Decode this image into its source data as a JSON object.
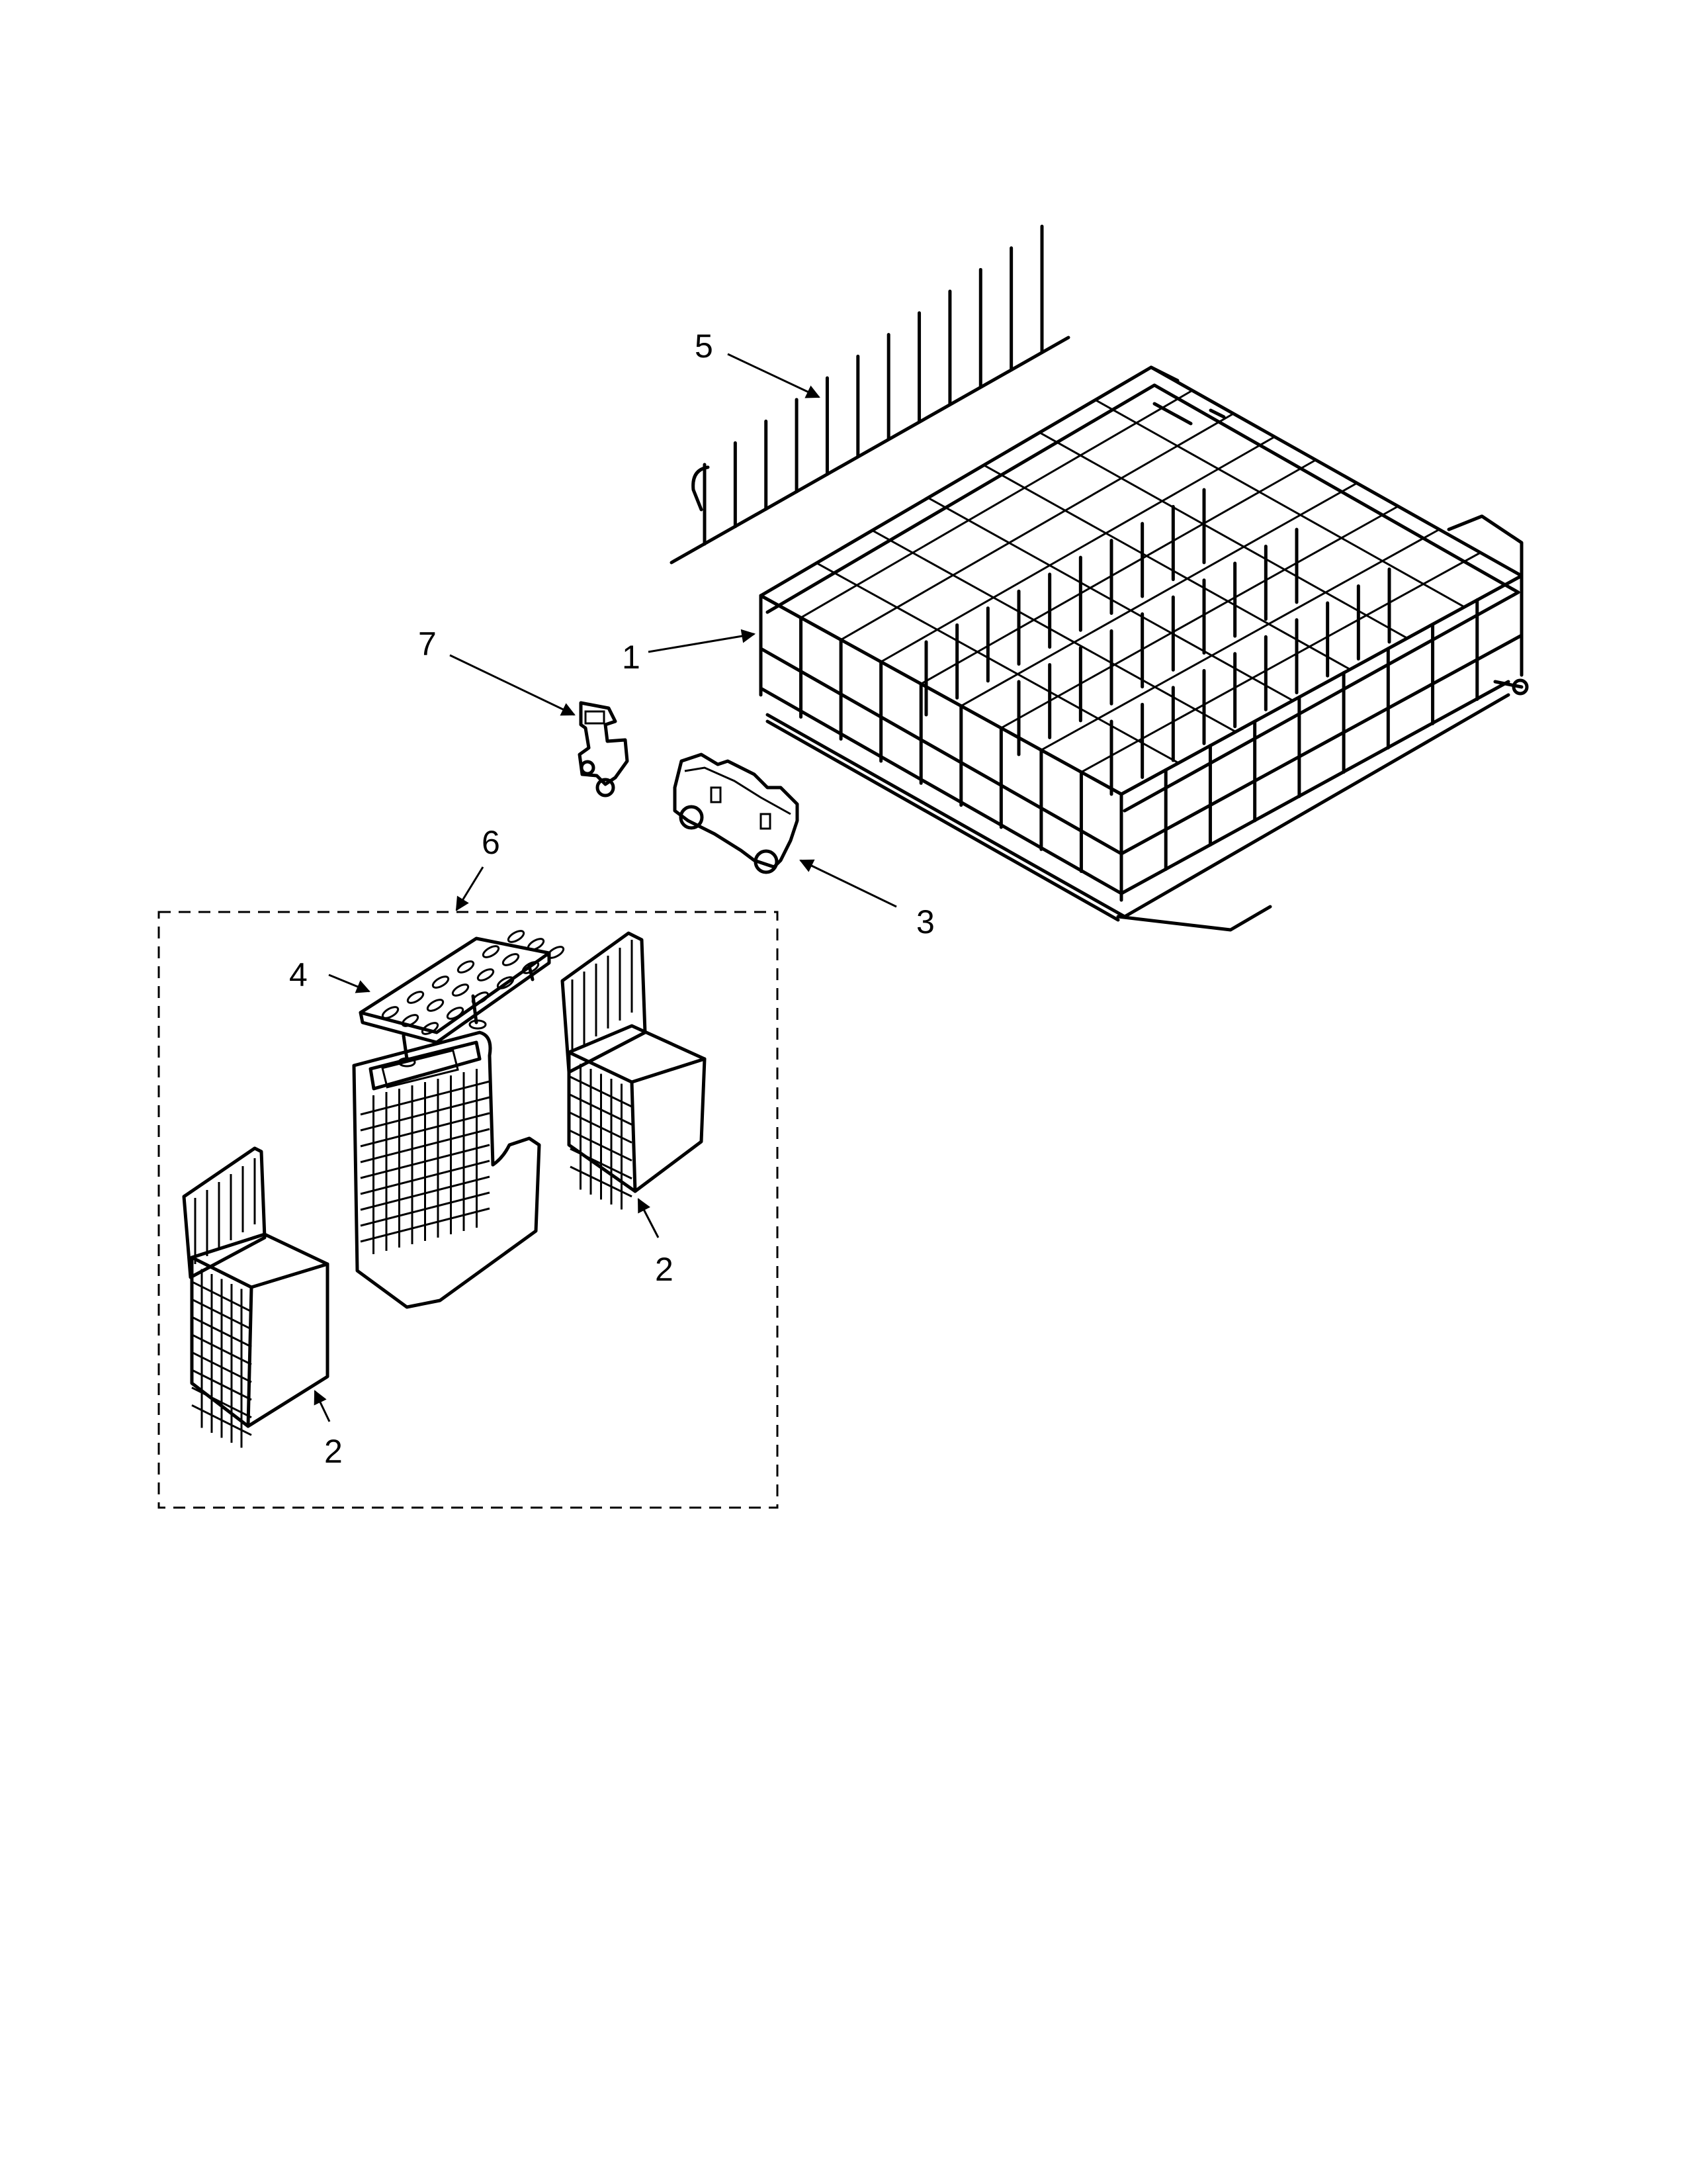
{
  "diagram": {
    "callouts": [
      {
        "id": "c1",
        "label": "1"
      },
      {
        "id": "c2a",
        "label": "2"
      },
      {
        "id": "c2b",
        "label": "2"
      },
      {
        "id": "c3",
        "label": "3"
      },
      {
        "id": "c4",
        "label": "4"
      },
      {
        "id": "c5",
        "label": "5"
      },
      {
        "id": "c6",
        "label": "6"
      },
      {
        "id": "c7",
        "label": "7"
      }
    ],
    "line_color": "#000000",
    "background": "#ffffff"
  }
}
